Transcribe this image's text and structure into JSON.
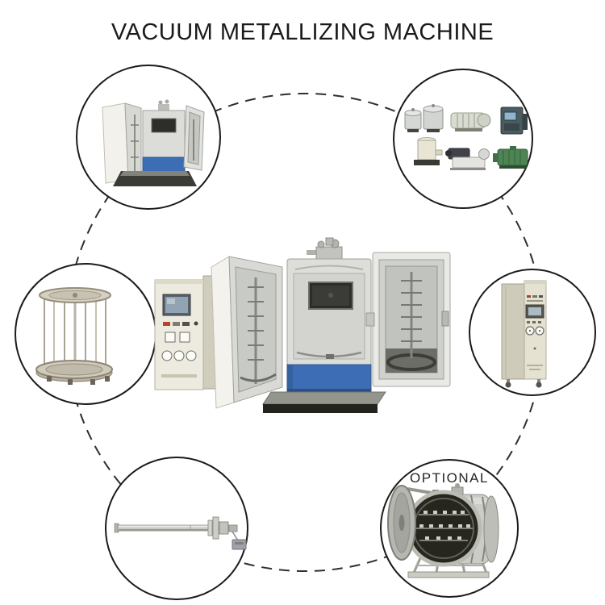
{
  "title": "VACUUM METALLIZING MACHINE",
  "diagram": {
    "optional_label": "OPTIONAL",
    "center_component": "vacuum-metallizing-machine-with-plc-cabinet",
    "nodes": [
      {
        "position": "top-left",
        "component": "metallizer-front-doors-open-icon"
      },
      {
        "position": "top-right",
        "component": "vacuum-pump-set-icon"
      },
      {
        "position": "middle-left",
        "component": "rotating-rack-jig-icon"
      },
      {
        "position": "middle-right",
        "component": "electrical-control-cabinet-icon"
      },
      {
        "position": "bottom-left",
        "component": "evaporation-source-rod-icon"
      },
      {
        "position": "bottom-right",
        "component": "horizontal-vacuum-chamber-icon",
        "label": "OPTIONAL"
      }
    ],
    "colors": {
      "background": "#ffffff",
      "outline": "#1f1f1f",
      "machine_blue": "#3d6db4",
      "cabinet_beige": "#ece9dd",
      "steel_light": "#dcddd9",
      "steel_dark": "#8f908a",
      "pump_green": "#4e8354",
      "controller_teal": "#4b5c60",
      "window_dark": "#2c2c29"
    }
  }
}
